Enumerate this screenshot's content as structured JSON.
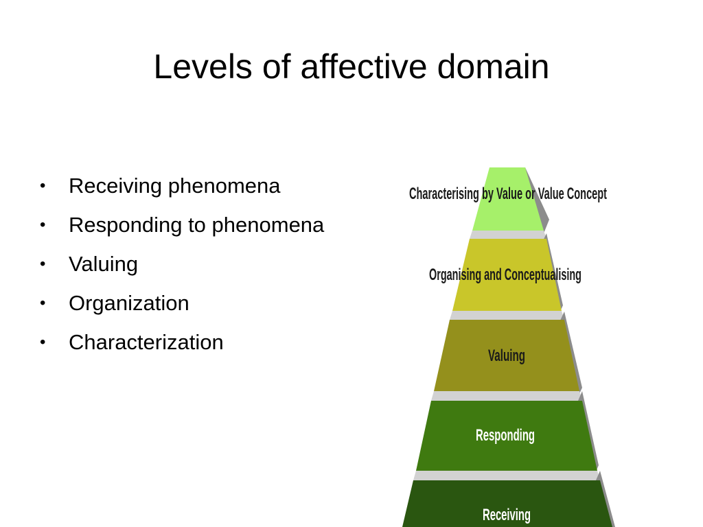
{
  "slide": {
    "title": "Levels of affective domain",
    "bullets": [
      "Receiving phenomena",
      "Responding to phenomena",
      "Valuing",
      "Organization",
      "Characterization"
    ]
  },
  "pyramid": {
    "tiers": [
      {
        "label": "Characterising by Value or Value Concept",
        "fill": "#a6f06a",
        "text_color": "#1a1a1a"
      },
      {
        "label": "Organising and Conceptualising",
        "fill": "#c9c62a",
        "text_color": "#1a1a1a"
      },
      {
        "label": "Valuing",
        "fill": "#94901c",
        "text_color": "#1a1a1a"
      },
      {
        "label": "Responding",
        "fill": "#3f7a10",
        "text_color": "#ffffff"
      },
      {
        "label": "Receiving",
        "fill": "#2a5610",
        "text_color": "#ffffff"
      }
    ],
    "side_color": "#8c8c8c",
    "separator_color": "#d2d2d2"
  }
}
